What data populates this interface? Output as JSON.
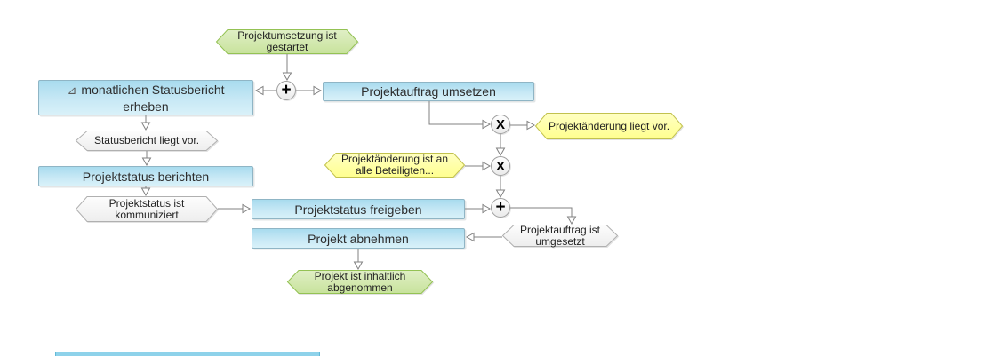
{
  "diagram": {
    "kind": "EPC process chain",
    "colors": {
      "function_fill": "#c7e8f5",
      "function_border": "#8fb5c5",
      "event_neutral_fill": "#f3f3f3",
      "event_yellow_fill": "#ffffa0",
      "event_green_fill": "#d2e8ad",
      "edge": "#808080"
    },
    "nodes": {
      "start_event": {
        "text": "Projektumsetzung ist gestartet"
      },
      "fn_statusbericht": {
        "icon": "⊿",
        "text": "monatlichen Statusbericht erheben"
      },
      "and_split": {
        "glyph": "+"
      },
      "fn_umsetzen": {
        "text": "Projektauftrag umsetzen"
      },
      "ev_statusbericht": {
        "text": "Statusbericht liegt vor."
      },
      "fn_berichten": {
        "text": "Projektstatus berichten"
      },
      "ev_kommuniziert": {
        "text": "Projektstatus ist kommuniziert"
      },
      "xor_split": {
        "glyph": "X"
      },
      "ev_aenderung_liegt": {
        "text": "Projektänderung liegt vor."
      },
      "ev_aenderung_info": {
        "text": "Projektänderung ist an alle Beteiligten..."
      },
      "xor_join": {
        "glyph": "X"
      },
      "fn_freigeben": {
        "text": "Projektstatus freigeben"
      },
      "and_join": {
        "glyph": "+"
      },
      "ev_umgesetzt": {
        "text": "Projektauftrag ist umgesetzt"
      },
      "fn_abnehmen": {
        "text": "Projekt abnehmen"
      },
      "ev_abgenommen": {
        "text": "Projekt ist inhaltlich abgenommen"
      }
    }
  }
}
